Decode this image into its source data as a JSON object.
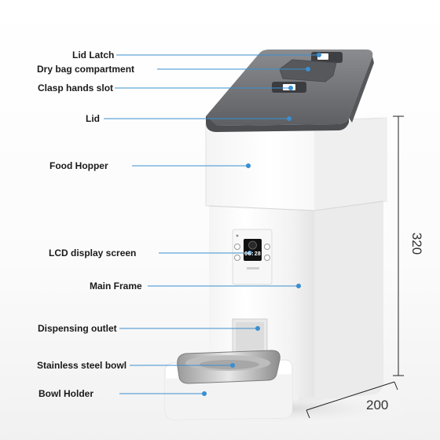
{
  "labels": {
    "lid_latch": "Lid Latch",
    "dry_bag": "Dry bag compartment",
    "clasp_slot": "Clasp hands slot",
    "lid": "Lid",
    "food_hopper": "Food Hopper",
    "lcd": "LCD display screen",
    "main_frame": "Main Frame",
    "dispensing_outlet": "Dispensing outlet",
    "bowl": "Stainless steel bowl",
    "bowl_holder": "Bowl Holder"
  },
  "dimensions": {
    "height": "320",
    "width": "200"
  },
  "screen": {
    "time": "06:28"
  },
  "colors": {
    "leader": "#3a8fd0",
    "body": "#ffffff",
    "lid": "#6f7175"
  }
}
